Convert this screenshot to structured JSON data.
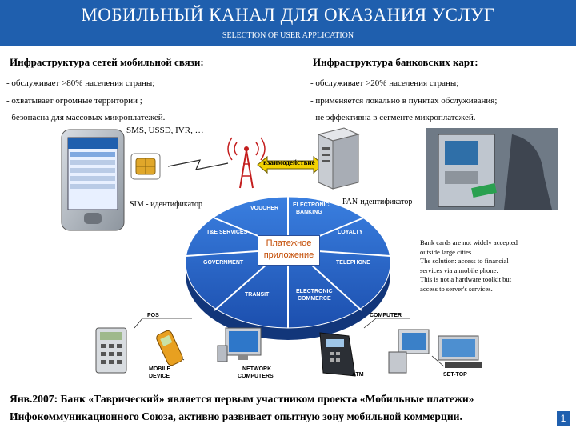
{
  "header": {
    "title": "МОБИЛЬНЫЙ  КАНАЛ  ДЛЯ  ОКАЗАНИЯ  УСЛУГ",
    "subtitle": "SELECTION OF USER APPLICATION"
  },
  "left_column": {
    "heading": "Инфраструктура сетей мобильной связи:",
    "lines": [
      "- обслуживает  >80% населения  страны;",
      "- охватывает  огромные территории ;",
      "- безопасна для массовых микроплатежей."
    ]
  },
  "right_column": {
    "heading": "Инфраструктура банковских карт:",
    "lines": [
      "- обслуживает  >20% населения  страны;",
      "-  применяется локально в пунктах обслуживания;",
      "-  не эффективна в сегменте микроплатежей."
    ]
  },
  "diagram": {
    "sms_label": "SMS, USSD, IVR, …",
    "interaction_label": "взаимодействие",
    "sim_label": "SIM - идентификатор",
    "pan_label": "PAN-идентификатор",
    "center_label_line1": "Платежное",
    "center_label_line2": "приложение",
    "segments": {
      "voucher": "VOUCHER",
      "electronic_banking_1": "ELECTRONIC",
      "electronic_banking_2": "BANKING",
      "te_services": "T&E SERVICES",
      "loyalty": "LOYALTY",
      "government": "GOVERNMENT",
      "telephone": "TELEPHONE",
      "transit": "TRANSIT",
      "electronic_commerce_1": "ELECTRONIC",
      "electronic_commerce_2": "COMMERCE"
    },
    "devices": {
      "pos": "POS",
      "mobile_device_1": "MOBILE",
      "mobile_device_2": "DEVICE",
      "network_computers_1": "NETWORK",
      "network_computers_2": "COMPUTERS",
      "atm": "ATM",
      "computer": "COMPUTER",
      "set_top": "SET-TOP"
    },
    "note_lines": [
      "Bank cards are not widely accepted",
      "outside large cities.",
      "The solution: access to financial",
      "services via a mobile phone.",
      "This is not a hardware toolkit but",
      "access to server's services."
    ]
  },
  "footer": {
    "line1": "Янв.2007: Банк «Таврический» является первым участником проекта «Мобильные платежи»",
    "line2": "Инфокоммуникационного Союза, активно развивает опытную зону мобильной коммерции."
  },
  "page_number": "1",
  "colors": {
    "header_blue": "#1f5fae",
    "wheel_blue": "#2563c4",
    "center_text": "#c34a00"
  }
}
